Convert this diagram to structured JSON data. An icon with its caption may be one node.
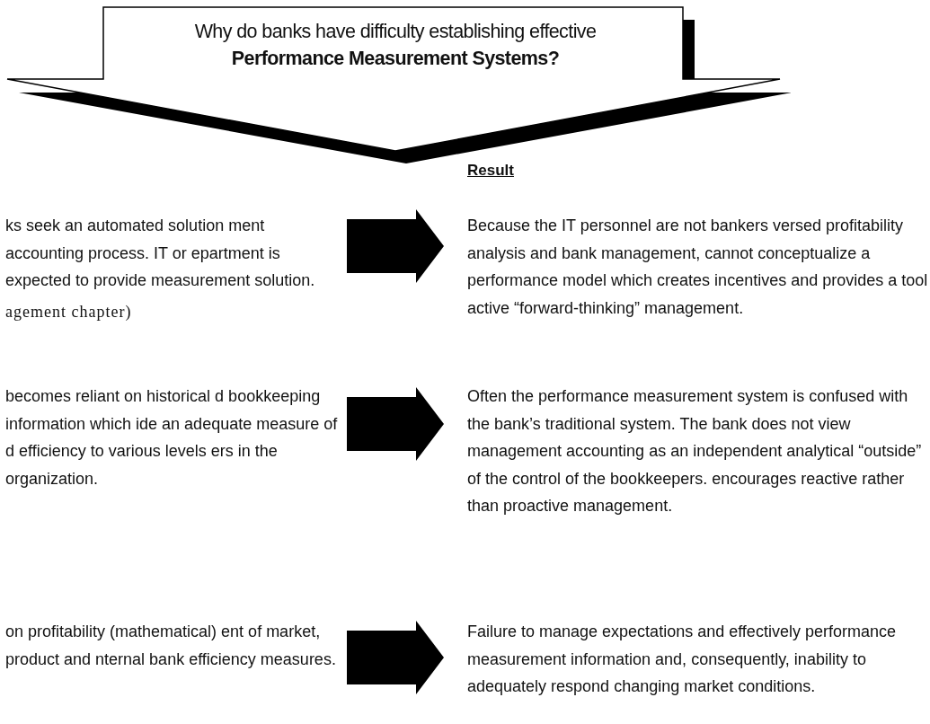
{
  "diagram": {
    "nodes": [
      {
        "text": [
          "Why do banks have difficulty establishing effective **Performance Measurement Systems?**"
        ]
      },
      {
        "text": [
          "ks seek an automated solution ment accounting process.  IT or epartment is expected to provide measurement solution.",
          "agement chapter)"
        ]
      },
      {
        "text": [
          "Because the IT personnel are not bankers versed profitability analysis and bank management, cannot conceptualize a performance model which creates incentives and provides a tool active “forward-thinking” management."
        ]
      },
      {
        "text": [
          "becomes reliant on historical d bookkeeping information which ide an adequate measure of d efficiency to various levels ers in the organization."
        ]
      },
      {
        "text": [
          "Often the performance measurement system is confused with the bank’s traditional system.  The bank does not view management accounting as an independent analytical “outside” of the control of the bookkeepers. encourages reactive rather than proactive management."
        ]
      },
      {
        "text": [
          "on profitability (mathematical) ent of market, product and nternal bank efficiency measures."
        ]
      },
      {
        "text": [
          "Failure to manage expectations and effectively performance measurement information and, consequently, inability to adequately respond changing market conditions."
        ]
      }
    ],
    "edges": [
      {
        "from": 1,
        "to": 2,
        "arrow": "to"
      },
      {
        "from": 3,
        "to": 4,
        "arrow": "to"
      },
      {
        "from": 5,
        "to": 6,
        "arrow": "to"
      }
    ],
    "labels": [
      "Result"
    ]
  }
}
